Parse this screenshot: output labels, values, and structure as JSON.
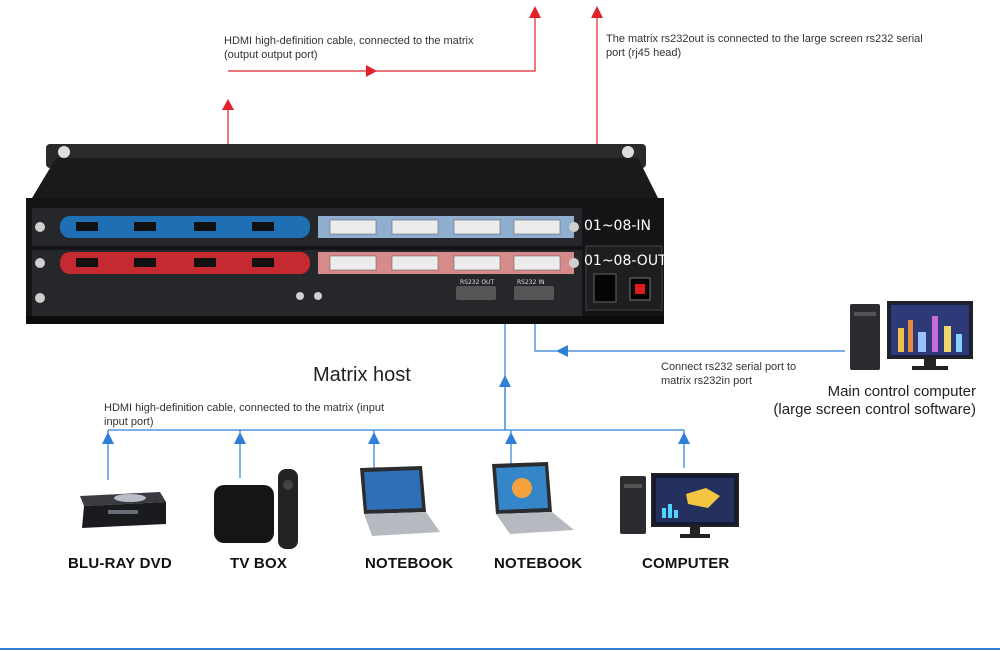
{
  "annotations": {
    "hdmi_output": "HDMI high-definition cable, connected to the matrix (output output port)",
    "rs232_out": "The matrix rs232out is connected to the large screen rs232 serial port (rj45 head)",
    "rs232_in": "Connect rs232 serial port to matrix rs232in port",
    "hdmi_input": "HDMI high-definition cable, connected to the matrix (input input port)"
  },
  "host": {
    "title": "Matrix host",
    "in_label": "01~08-IN",
    "out_label": "01~08-OUT",
    "rs232_out_label": "RS232 OUT",
    "rs232_in_label": "RS232 IN"
  },
  "main_computer": {
    "line1": "Main control computer",
    "line2": "(large screen control software)"
  },
  "devices": [
    {
      "label": "BLU-RAY DVD",
      "icon": "bluray-player-icon"
    },
    {
      "label": "TV BOX",
      "icon": "tv-box-icon"
    },
    {
      "label": "NOTEBOOK",
      "icon": "laptop-icon"
    },
    {
      "label": "NOTEBOOK",
      "icon": "laptop-icon"
    },
    {
      "label": "COMPUTER",
      "icon": "desktop-computer-icon"
    }
  ],
  "colors": {
    "output_cable": "#e0212b",
    "input_cable": "#2f7fd6",
    "chassis": "#1c1c1e",
    "in_rail": "#1f6fb4",
    "out_rail": "#c42a2f"
  }
}
